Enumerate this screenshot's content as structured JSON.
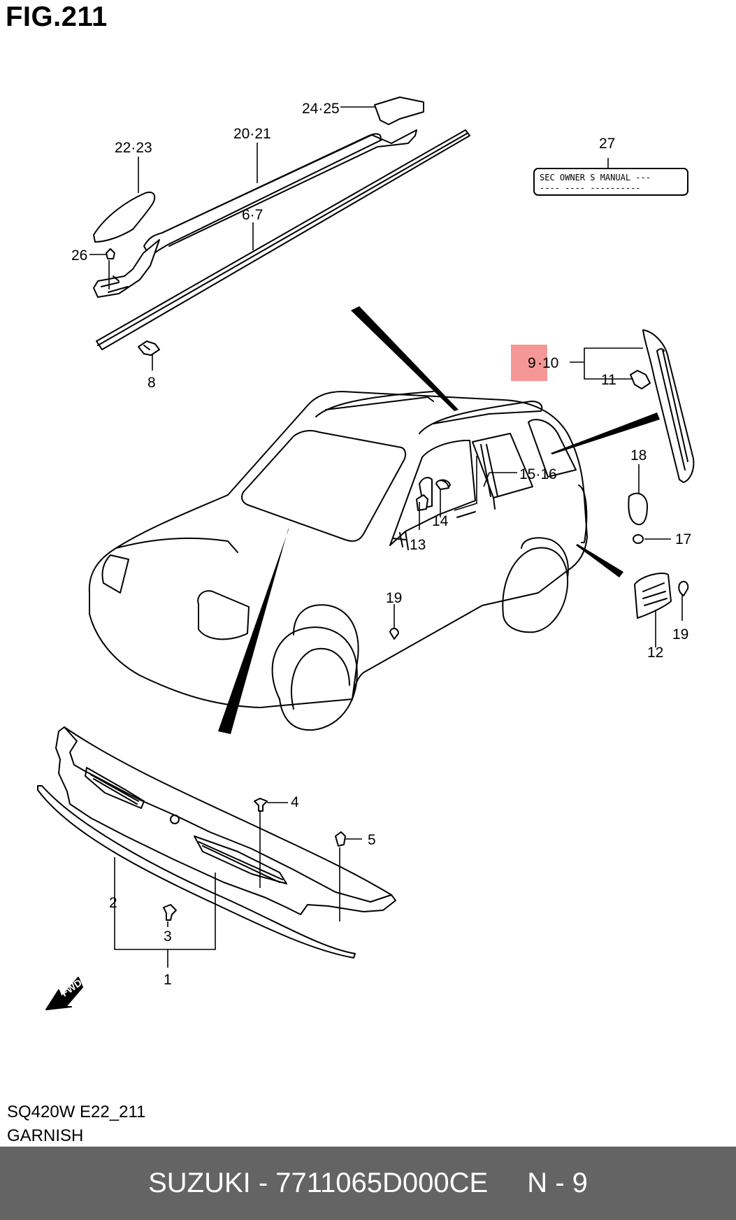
{
  "figure": {
    "title": "FIG.211",
    "callouts": {
      "c24_25": "24·25",
      "c20_21": "20·21",
      "c22_23": "22·23",
      "c6_7": "6·7",
      "c26": "26",
      "c8": "8",
      "c27": "27",
      "c9": "9",
      "c9_10_rest": "·10",
      "c11": "11",
      "c15_16": "15·16",
      "c14": "14",
      "c13": "13",
      "c18": "18",
      "c17": "17",
      "c19a": "19",
      "c19b": "19",
      "c12": "12",
      "c4": "4",
      "c5": "5",
      "c2": "2",
      "c3": "3",
      "c1": "1"
    },
    "label_plate_text": {
      "line1": "SEC OWNER S MANUAL ---",
      "line2": "----  ----  ----------"
    },
    "fwd_badge": "FWD",
    "highlight_color": "#f58c8c"
  },
  "footer": {
    "model_code": "SQ420W E22_211",
    "group_name": "GARNISH"
  },
  "bottom_bar": {
    "part_info": "SUZUKI - 7711065D000CE",
    "page": "N - 9",
    "background": "#646464"
  }
}
